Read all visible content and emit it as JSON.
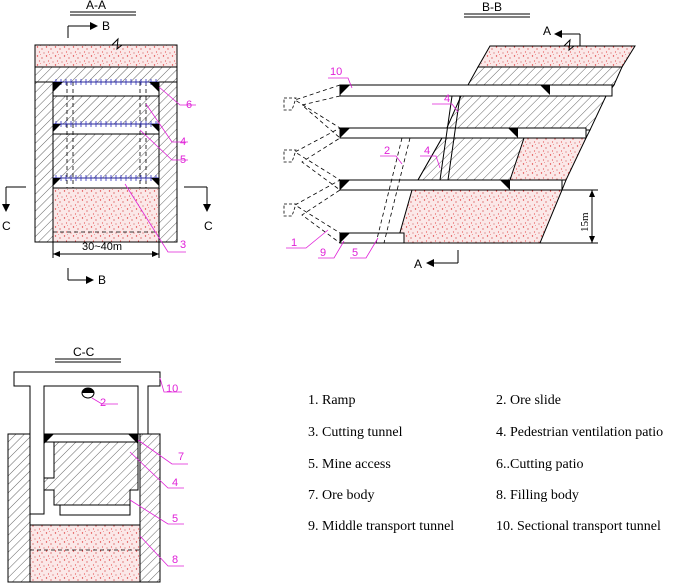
{
  "sections": {
    "aa": {
      "title": "A-A",
      "arrow_b_top": "B",
      "arrow_b_bottom": "B",
      "arrow_c_left": "C",
      "arrow_c_right": "C",
      "width_dim": "30~40m",
      "callouts": [
        "6",
        "4",
        "5",
        "3"
      ]
    },
    "bb": {
      "title": "B-B",
      "arrow_a_top": "A",
      "arrow_a_bottom": "A",
      "height_dim": "15m",
      "callouts": [
        "10",
        "4",
        "2",
        "4",
        "1",
        "9",
        "5"
      ]
    },
    "cc": {
      "title": "C-C",
      "callouts": [
        "2",
        "10",
        "7",
        "4",
        "5",
        "8"
      ]
    }
  },
  "legend": [
    "1. Ramp",
    "2. Ore slide",
    "3. Cutting tunnel",
    "4. Pedestrian ventilation patio",
    "5. Mine access",
    "6..Cutting patio",
    "7. Ore body",
    "8. Filling body",
    "9. Middle transport tunnel",
    "10. Sectional transport tunnel"
  ],
  "colors": {
    "callout": "#e020d8",
    "filling_dots": "#e04040",
    "filling_bg": "#fbe6e6",
    "ore_hatch": "#555555",
    "blue_ticks": "#3030c0"
  }
}
